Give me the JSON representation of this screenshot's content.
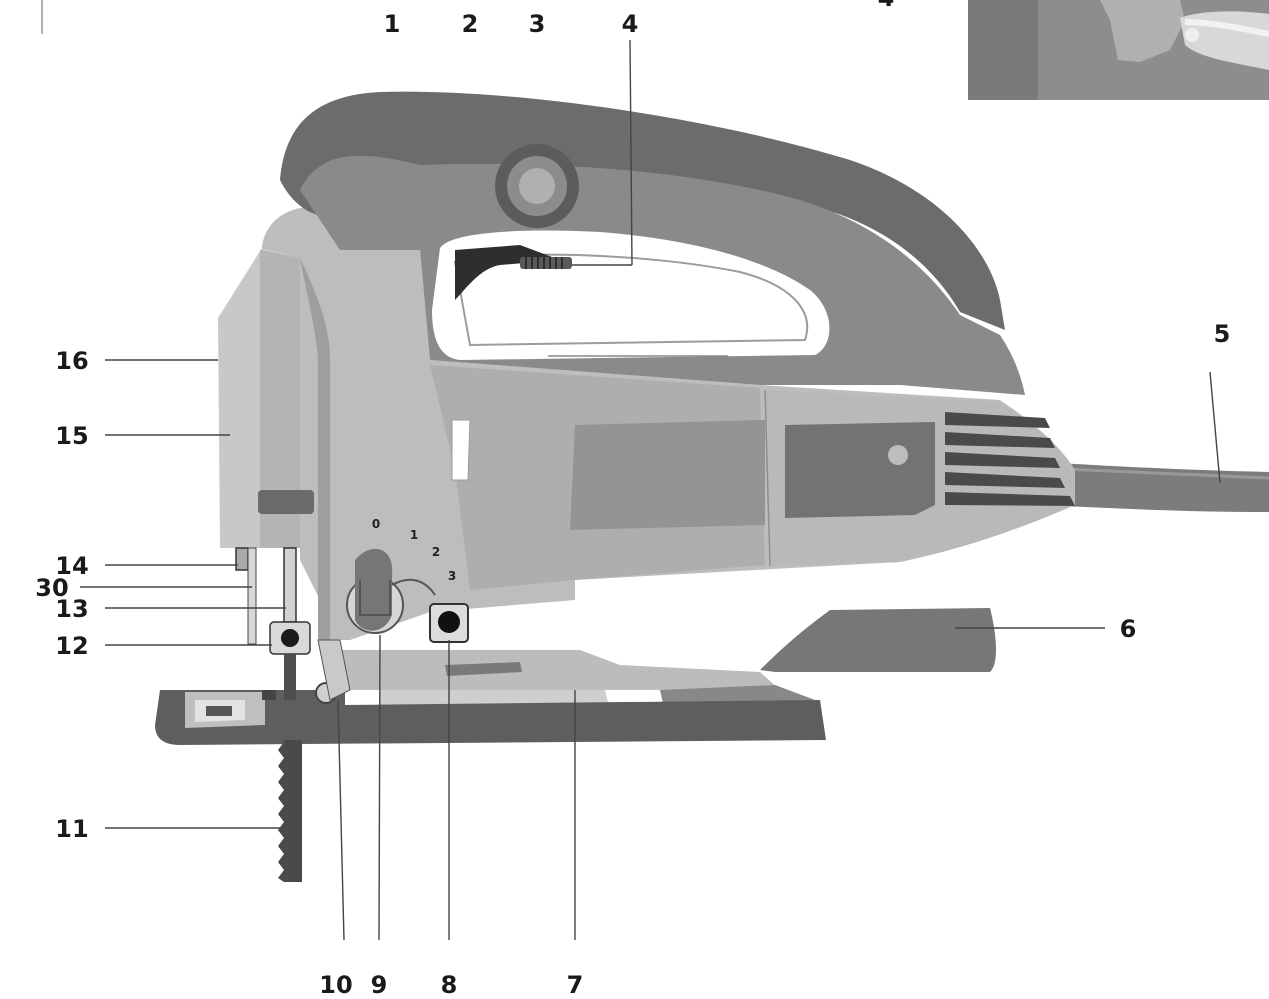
{
  "figure": {
    "callouts": [
      {
        "id": "1",
        "label": "1"
      },
      {
        "id": "2",
        "label": "2"
      },
      {
        "id": "3",
        "label": "3"
      },
      {
        "id": "4",
        "label": "4"
      },
      {
        "id": "5",
        "label": "5"
      },
      {
        "id": "6",
        "label": "6"
      },
      {
        "id": "7",
        "label": "7"
      },
      {
        "id": "8",
        "label": "8"
      },
      {
        "id": "9",
        "label": "9"
      },
      {
        "id": "10",
        "label": "10"
      },
      {
        "id": "11",
        "label": "11"
      },
      {
        "id": "12",
        "label": "12"
      },
      {
        "id": "13",
        "label": "13"
      },
      {
        "id": "14",
        "label": "14"
      },
      {
        "id": "15",
        "label": "15"
      },
      {
        "id": "16",
        "label": "16"
      },
      {
        "id": "30",
        "label": "30"
      }
    ],
    "inset_corner_label": "4",
    "pendulum_dial": [
      "0",
      "1",
      "2",
      "3"
    ]
  },
  "colors": {
    "dark_housing": "#6e6e6e",
    "mid_housing": "#8c8c8c",
    "light_housing": "#c4c4c4",
    "base_plate": "#5a5a5a",
    "dark_detail": "#2b2b2b",
    "inset_photo": "#9a9a9a"
  }
}
